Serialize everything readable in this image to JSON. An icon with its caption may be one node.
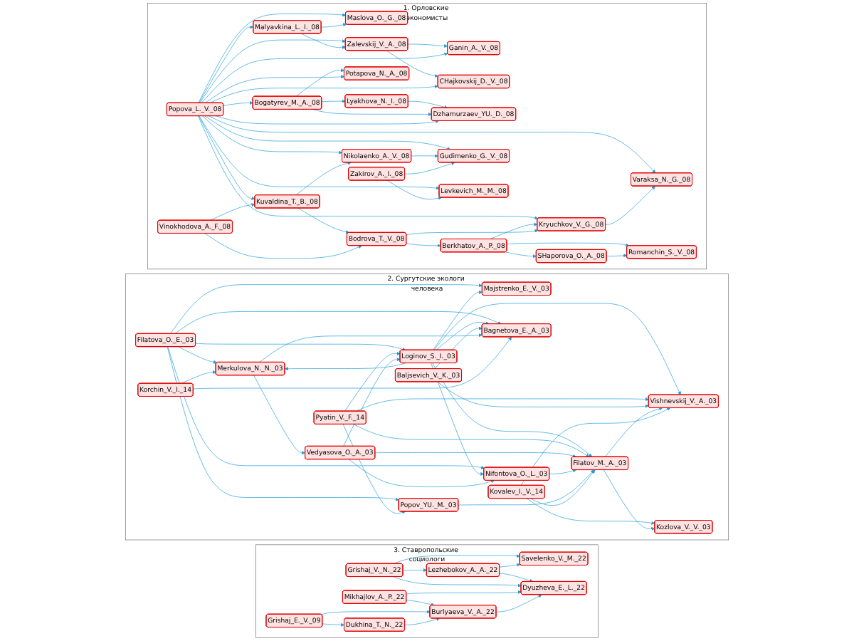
{
  "diagram": {
    "nodes": [
      {
        "text": [
          "1. Орловские экономисты"
        ]
      },
      {
        "text": [
          "Maslova_O._G._08"
        ],
        "in": 0
      },
      {
        "text": [
          "Malyavkina_L._I._08"
        ],
        "in": 0
      },
      {
        "text": [
          "Zalevskij_V._A._08"
        ],
        "in": 0
      },
      {
        "text": [
          "Ganin_A._V._08"
        ],
        "in": 0
      },
      {
        "text": [
          "CHajkovskij_D._V._08"
        ],
        "in": 0
      },
      {
        "text": [
          "Bogatyrev_M._A._08"
        ],
        "in": 0
      },
      {
        "text": [
          "Lyakhova_N._I._08"
        ],
        "in": 0
      },
      {
        "text": [
          "Dzhamurzaev_YU._D._08"
        ],
        "in": 0
      },
      {
        "text": [
          "Popova_L._V._08"
        ],
        "in": 0
      },
      {
        "text": [
          "Potapova_N._A._08"
        ],
        "in": 0
      },
      {
        "text": [
          "Varaksa_N._G._08"
        ],
        "in": 0
      },
      {
        "text": [
          "Romanchin_S._V._08"
        ],
        "in": 0
      },
      {
        "text": [
          "Kryuchkov_V._G._08"
        ],
        "in": 0
      },
      {
        "text": [
          "Berkhatov_A._P._08"
        ],
        "in": 0
      },
      {
        "text": [
          "SHaporova_O._A._08"
        ],
        "in": 0
      },
      {
        "text": [
          "Gudimenko_G._V._08"
        ],
        "in": 0
      },
      {
        "text": [
          "Nikolaenko_A._V._08"
        ],
        "in": 0
      },
      {
        "text": [
          "Levkevich_M._M._08"
        ],
        "in": 0
      },
      {
        "text": [
          "Bodrova_T._V._08"
        ],
        "in": 0
      },
      {
        "text": [
          "Kuvaldina_T._B._08"
        ],
        "in": 0
      },
      {
        "text": [
          "Zakirov_A._I._08"
        ],
        "in": 0
      },
      {
        "text": [
          "Vinokhodova_A._F._08"
        ],
        "in": 0
      },
      {
        "text": [
          "2. Сургутские экологи человека"
        ]
      },
      {
        "text": [
          "Majstrenko_E._V._03"
        ],
        "in": 23
      },
      {
        "text": [
          "Filatova_O._E._03"
        ],
        "in": 23
      },
      {
        "text": [
          "Popov_YU._M._03"
        ],
        "in": 23
      },
      {
        "text": [
          "Merkulova_N._N._03"
        ],
        "in": 23
      },
      {
        "text": [
          "Nifontova_O._L._03"
        ],
        "in": 23
      },
      {
        "text": [
          "Pyatin_V._F._14"
        ],
        "in": 23
      },
      {
        "text": [
          "Bagnetova_E._A._03"
        ],
        "in": 23
      },
      {
        "text": [
          "Loginov_S._I._03"
        ],
        "in": 23
      },
      {
        "text": [
          "Baljsevich_V._K._03"
        ],
        "in": 23
      },
      {
        "text": [
          "Korchin_V._I._14"
        ],
        "in": 23
      },
      {
        "text": [
          "Vedyasova_O._A._03"
        ],
        "in": 23
      },
      {
        "text": [
          "Filatov_M._A._03"
        ],
        "in": 23
      },
      {
        "text": [
          "Vishnevskij_V._A._03"
        ],
        "in": 23
      },
      {
        "text": [
          "Kovalev_I._V._14"
        ],
        "in": 23
      },
      {
        "text": [
          "Kozlova_V._V._03"
        ],
        "in": 23
      },
      {
        "text": [
          "3. Ставропольские социологи"
        ]
      },
      {
        "text": [
          "Savelenko_V._M._22"
        ],
        "in": 39
      },
      {
        "text": [
          "Lezhebokov_A._A._22"
        ],
        "in": 39
      },
      {
        "text": [
          "Grishaj_V._N._22"
        ],
        "in": 39
      },
      {
        "text": [
          "Dyuzheva_E._L._22"
        ],
        "in": 39
      },
      {
        "text": [
          "Mikhajlov_A._P._22"
        ],
        "in": 39
      },
      {
        "text": [
          "Burlyaeva_V._A._22"
        ],
        "in": 39
      },
      {
        "text": [
          "Dukhina_T._N._22"
        ],
        "in": 39
      },
      {
        "text": [
          "Grishaj_E._V._09"
        ],
        "in": 39
      }
    ],
    "edges": [
      {
        "from": 9,
        "to": 1,
        "arrow": "to"
      },
      {
        "from": 2,
        "to": 1,
        "arrow": "to"
      },
      {
        "from": 9,
        "to": 2,
        "arrow": "to"
      },
      {
        "from": 9,
        "to": 3,
        "arrow": "to"
      },
      {
        "from": 2,
        "to": 3,
        "arrow": "to"
      },
      {
        "from": 3,
        "to": 4,
        "arrow": "to"
      },
      {
        "from": 9,
        "to": 4,
        "arrow": "to"
      },
      {
        "from": 3,
        "to": 5,
        "arrow": "to"
      },
      {
        "from": 9,
        "to": 5,
        "arrow": "to"
      },
      {
        "from": 9,
        "to": 6,
        "arrow": "to"
      },
      {
        "from": 6,
        "to": 7,
        "arrow": "to"
      },
      {
        "from": 7,
        "to": 8,
        "arrow": "to"
      },
      {
        "from": 6,
        "to": 8,
        "arrow": "to"
      },
      {
        "from": 9,
        "to": 8,
        "arrow": "to"
      },
      {
        "from": 6,
        "to": 10,
        "arrow": "to"
      },
      {
        "from": 9,
        "to": 10,
        "arrow": "to"
      },
      {
        "from": 9,
        "to": 11,
        "arrow": "to"
      },
      {
        "from": 13,
        "to": 11,
        "arrow": "to"
      },
      {
        "from": 9,
        "to": 13,
        "arrow": "to"
      },
      {
        "from": 14,
        "to": 13,
        "arrow": "to"
      },
      {
        "from": 14,
        "to": 12,
        "arrow": "to"
      },
      {
        "from": 15,
        "to": 12,
        "arrow": "to"
      },
      {
        "from": 14,
        "to": 15,
        "arrow": "to"
      },
      {
        "from": 19,
        "to": 14,
        "arrow": "to"
      },
      {
        "from": 19,
        "to": 13,
        "arrow": "to"
      },
      {
        "from": 9,
        "to": 16,
        "arrow": "to"
      },
      {
        "from": 9,
        "to": 18,
        "arrow": "to"
      },
      {
        "from": 9,
        "to": 17,
        "arrow": "to"
      },
      {
        "from": 17,
        "to": 16,
        "arrow": "to"
      },
      {
        "from": 9,
        "to": 20,
        "arrow": "to"
      },
      {
        "from": 20,
        "to": 17,
        "arrow": "to"
      },
      {
        "from": 20,
        "to": 19,
        "arrow": "to"
      },
      {
        "from": 22,
        "to": 20,
        "arrow": "to"
      },
      {
        "from": 22,
        "to": 19,
        "arrow": "to"
      },
      {
        "from": 21,
        "to": 16,
        "arrow": "to"
      },
      {
        "from": 21,
        "to": 18,
        "arrow": "to"
      },
      {
        "from": 25,
        "to": 24,
        "arrow": "to"
      },
      {
        "from": 31,
        "to": 24,
        "arrow": "to"
      },
      {
        "from": 25,
        "to": 26,
        "arrow": "to"
      },
      {
        "from": 25,
        "to": 27,
        "arrow": "to"
      },
      {
        "from": 25,
        "to": 28,
        "arrow": "to"
      },
      {
        "from": 25,
        "to": 30,
        "arrow": "to"
      },
      {
        "from": 25,
        "to": 31,
        "arrow": "to"
      },
      {
        "from": 31,
        "to": 27,
        "arrow": "to"
      },
      {
        "from": 31,
        "to": 30,
        "arrow": "to"
      },
      {
        "from": 31,
        "to": 28,
        "arrow": "to"
      },
      {
        "from": 31,
        "to": 35,
        "arrow": "to"
      },
      {
        "from": 31,
        "to": 36,
        "arrow": "to"
      },
      {
        "from": 29,
        "to": 31,
        "arrow": "to"
      },
      {
        "from": 29,
        "to": 26,
        "arrow": "to"
      },
      {
        "from": 29,
        "to": 35,
        "arrow": "to"
      },
      {
        "from": 29,
        "to": 36,
        "arrow": "to"
      },
      {
        "from": 32,
        "to": 30,
        "arrow": "to"
      },
      {
        "from": 32,
        "to": 36,
        "arrow": "to"
      },
      {
        "from": 27,
        "to": 30,
        "arrow": "to"
      },
      {
        "from": 27,
        "to": 34,
        "arrow": "to"
      },
      {
        "from": 33,
        "to": 27,
        "arrow": "to"
      },
      {
        "from": 33,
        "to": 30,
        "arrow": "to"
      },
      {
        "from": 34,
        "to": 31,
        "arrow": "to"
      },
      {
        "from": 34,
        "to": 28,
        "arrow": "to"
      },
      {
        "from": 34,
        "to": 35,
        "arrow": "to"
      },
      {
        "from": 28,
        "to": 35,
        "arrow": "to"
      },
      {
        "from": 26,
        "to": 35,
        "arrow": "to"
      },
      {
        "from": 35,
        "to": 36,
        "arrow": "to"
      },
      {
        "from": 37,
        "to": 35,
        "arrow": "to"
      },
      {
        "from": 37,
        "to": 36,
        "arrow": "to"
      },
      {
        "from": 37,
        "to": 38,
        "arrow": "to"
      },
      {
        "from": 35,
        "to": 38,
        "arrow": "to"
      },
      {
        "from": 41,
        "to": 40,
        "arrow": "to"
      },
      {
        "from": 42,
        "to": 40,
        "arrow": "to"
      },
      {
        "from": 42,
        "to": 41,
        "arrow": "to"
      },
      {
        "from": 41,
        "to": 43,
        "arrow": "to"
      },
      {
        "from": 42,
        "to": 43,
        "arrow": "to"
      },
      {
        "from": 44,
        "to": 43,
        "arrow": "to"
      },
      {
        "from": 45,
        "to": 43,
        "arrow": "to"
      },
      {
        "from": 44,
        "to": 45,
        "arrow": "to"
      },
      {
        "from": 46,
        "to": 45,
        "arrow": "to"
      },
      {
        "from": 47,
        "to": 45,
        "arrow": "to"
      },
      {
        "from": 47,
        "to": 46,
        "arrow": "to"
      }
    ]
  }
}
